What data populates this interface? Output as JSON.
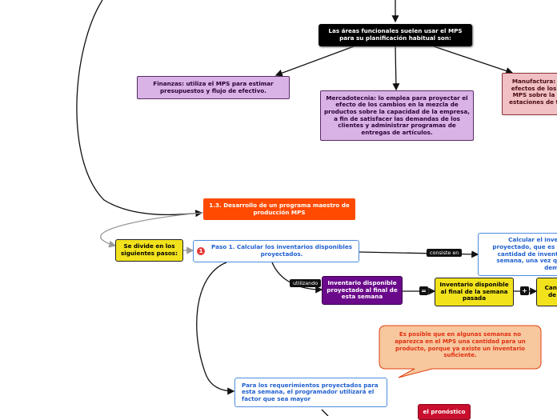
{
  "nodes": {
    "areas_title": "Las áreas funcionales suelen usar el MPS para su planificación habitual son:",
    "finanzas": "Finanzas: utiliza el MPS para estimar presupuestos y flujo de efectivo.",
    "mercadotecnia": "Mercadotecnia: lo emplea para proyectar el efecto de los cambios en la mezcla de productos sobre la capacidad de la empresa, a fin de satisfacer las demandas de los clientes y administrar programas de entregas de artículos.",
    "manufactura": "Manufactura: efectos de los MPS sobre la estaciones de t",
    "desarrollo": "1.3. Desarrollo de un programa maestro de producción MPS",
    "divide": "Se divide en los siguientes pasos:",
    "paso1": "Paso 1. Calcular los inventarios disponibles proyectados.",
    "paso1_number": "1",
    "calcular": "Calcular el invent proyectado, que es un cantidad de inventar semana, una vez que demar",
    "inv_final": "Inventario disponible proyectado al final de esta semana",
    "inv_pasada": "Inventario disponible al final de la semana pasada",
    "cantidad": "Cant de",
    "callout": "Es posible que en algunas semanas no aparezca en el MPS una cantidad para un producto, porque ya existe un inventario suficiente.",
    "requerimientos": "Para los requerimientos proyectados para esta semana, el programador utilizará el factor que sea mayor",
    "pronostico": "el pronóstico"
  },
  "labels": {
    "consiste_en": "consiste en",
    "utilizando": "utilizando"
  },
  "operators": {
    "equals": "=",
    "plus": "+"
  },
  "colors": {
    "black_node": "#000000",
    "violet_node": "#d9b3e6",
    "orange_node": "#ff4a00",
    "yellow_node": "#f2e21c",
    "purple_node": "#6a0a8a",
    "callout_fill": "#f7c79e",
    "callout_text": "#e03010",
    "blue_text": "#1f5fd0"
  }
}
